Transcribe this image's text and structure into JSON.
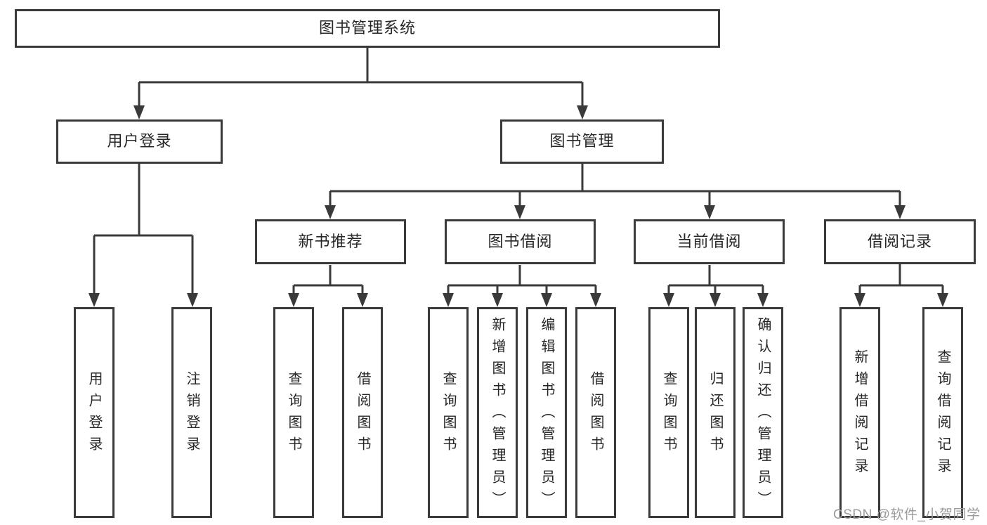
{
  "nodes": {
    "root": {
      "label": "图书管理系统"
    },
    "level2": [
      {
        "label": "用户登录"
      },
      {
        "label": "图书管理"
      }
    ],
    "level3": [
      {
        "label": "新书推荐"
      },
      {
        "label": "图书借阅"
      },
      {
        "label": "当前借阅"
      },
      {
        "label": "借阅记录"
      }
    ],
    "leaves": [
      {
        "label": "用户登录"
      },
      {
        "label": "注销登录"
      },
      {
        "label": "查询图书"
      },
      {
        "label": "借阅图书"
      },
      {
        "label": "查询图书"
      },
      {
        "label": "新增图书（管理员）"
      },
      {
        "label": "编辑图书（管理员）"
      },
      {
        "label": "借阅图书"
      },
      {
        "label": "查询图书"
      },
      {
        "label": "归还图书"
      },
      {
        "label": "确认归还（管理员）"
      },
      {
        "label": "新增借阅记录"
      },
      {
        "label": "查询借阅记录"
      }
    ]
  },
  "hierarchy": {
    "图书管理系统": {
      "用户登录": [
        "用户登录",
        "注销登录"
      ],
      "图书管理": {
        "新书推荐": [
          "查询图书",
          "借阅图书"
        ],
        "图书借阅": [
          "查询图书",
          "新增图书（管理员）",
          "编辑图书（管理员）",
          "借阅图书"
        ],
        "当前借阅": [
          "查询图书",
          "归还图书",
          "确认归还（管理员）"
        ],
        "借阅记录": [
          "新增借阅记录",
          "查询借阅记录"
        ]
      }
    }
  },
  "watermark": "CSDN @软件_小贺同学",
  "colors": {
    "line": "#3a3a3a",
    "text": "#262626",
    "watermark": "#9b9b9b",
    "background": "#ffffff"
  }
}
